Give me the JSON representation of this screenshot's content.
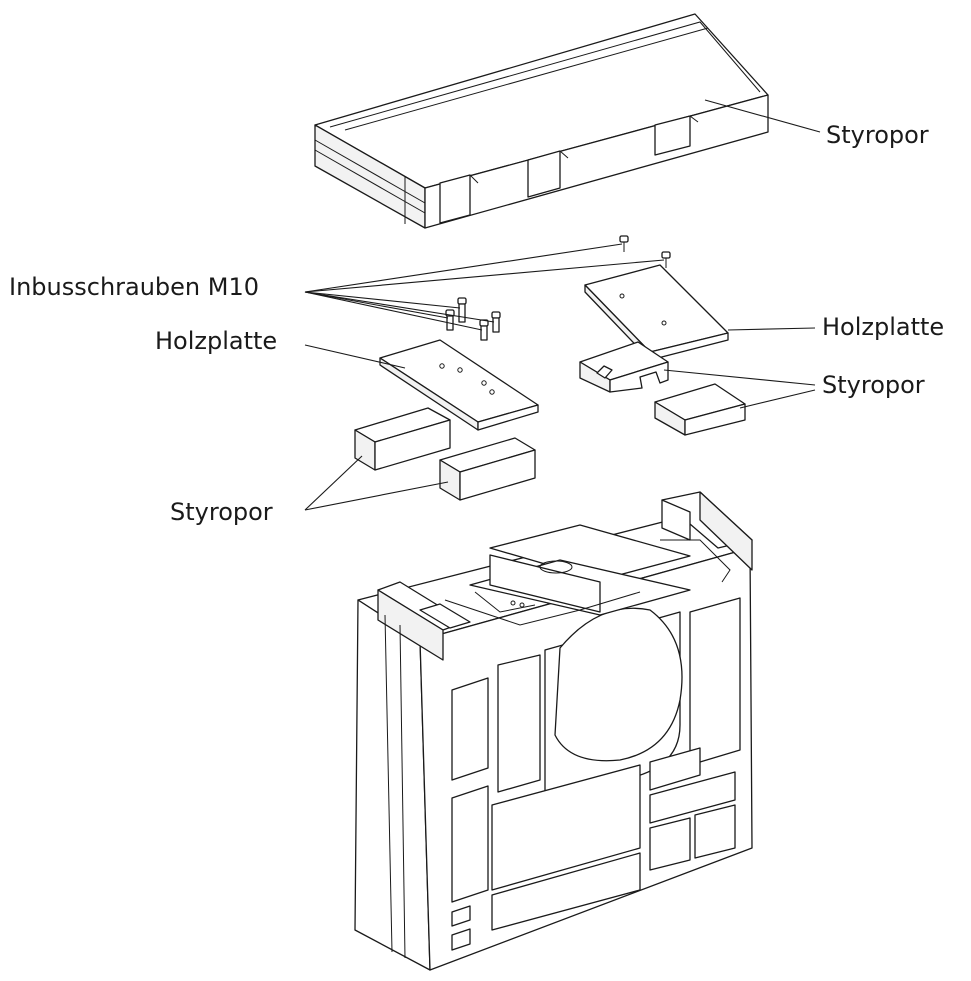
{
  "labels": {
    "styropor_top": "Styropor",
    "inbusschrauben": "Inbusschrauben M10",
    "holzplatte_left": "Holzplatte",
    "holzplatte_right": "Holzplatte",
    "styropor_right": "Styropor",
    "styropor_left": "Styropor"
  }
}
